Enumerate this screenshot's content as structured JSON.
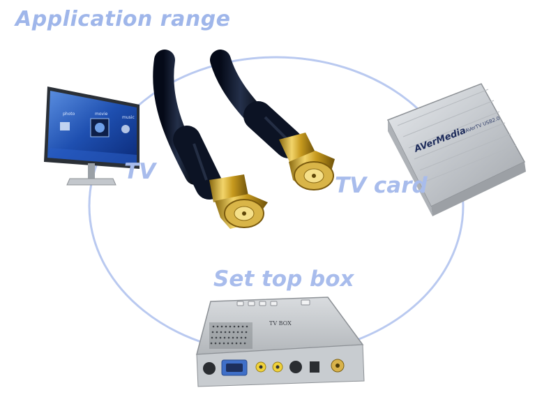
{
  "title": "Application range",
  "labels": {
    "tv": "TV",
    "tv_card": "TV card",
    "set_top_box": "Set top box"
  },
  "monitor_screen": {
    "menu_left": "photo",
    "menu_center": "movie",
    "menu_right": "music"
  },
  "tv_card_device": {
    "brand": "AVerMedia",
    "model": "AVerTV USB2.0"
  },
  "set_top_box_device": {
    "panel_label": "TV BOX"
  },
  "colors": {
    "accent": "#a8bcec",
    "circle": "#b9c9f0"
  }
}
